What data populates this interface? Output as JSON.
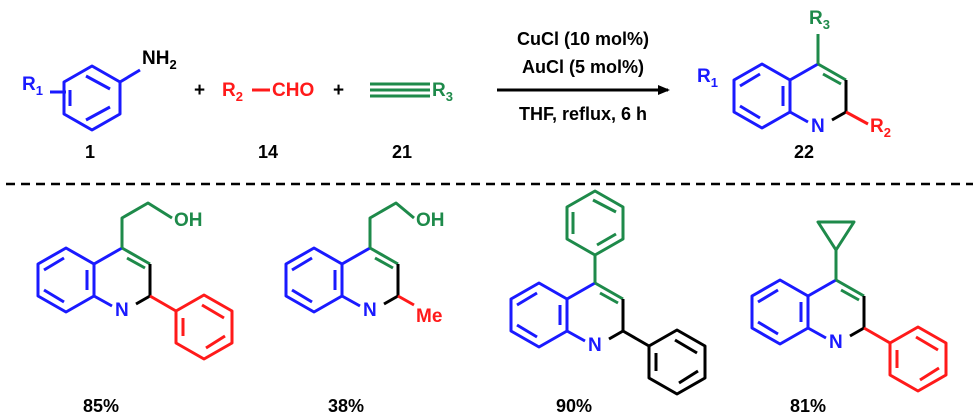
{
  "colors": {
    "blue": "#1a1aff",
    "red": "#ff1a1a",
    "green": "#1e8a4a",
    "black": "#000000"
  },
  "reaction": {
    "reactant1": {
      "substituent": "R",
      "substituent_sub": "1",
      "amine": "NH",
      "amine_sub": "2",
      "number": "1"
    },
    "plus1": "+",
    "reactant2": {
      "r": "R",
      "r_sub": "2",
      "group": "CHO",
      "number": "14"
    },
    "plus2": "+",
    "reactant3": {
      "r": "R",
      "r_sub": "3",
      "number": "21"
    },
    "conditions": [
      "CuCl (10 mol%)",
      "AuCl (5 mol%)",
      "THF,  reflux, 6 h"
    ],
    "product": {
      "r1": "R",
      "r1_sub": "1",
      "r2": "R",
      "r2_sub": "2",
      "r3": "R",
      "r3_sub": "3",
      "n": "N",
      "number": "22"
    }
  },
  "examples": [
    {
      "substituent": "OH",
      "n": "N",
      "yield": "85%"
    },
    {
      "substituent": "OH",
      "n": "N",
      "methyl": "Me",
      "yield": "38%"
    },
    {
      "n": "N",
      "yield": "90%"
    },
    {
      "n": "N",
      "yield": "81%"
    }
  ]
}
